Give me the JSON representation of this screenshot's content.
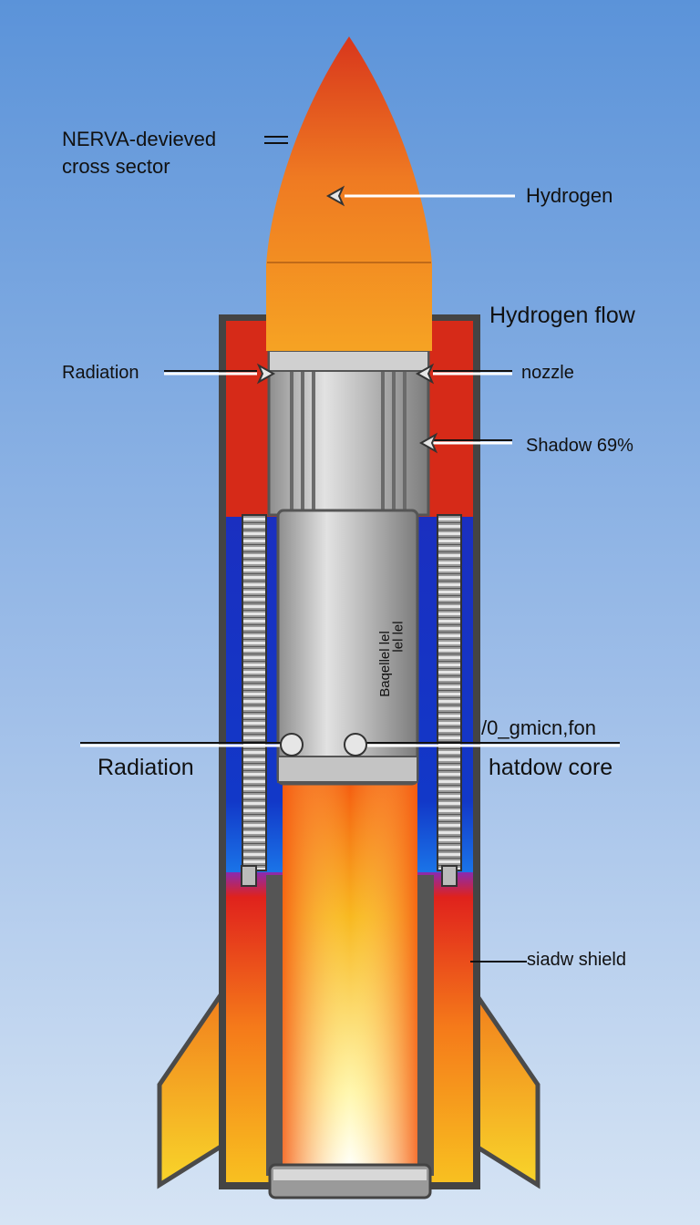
{
  "colors": {
    "sky_top": "#5b93d9",
    "sky_bottom": "#d6e4f4",
    "nose_red": "#d8361c",
    "nose_orange": "#f6a323",
    "casing_red": "#d62a18",
    "blue_band": "#1238c8",
    "metal": "#b8b8b8",
    "flame_core": "#fff7b0",
    "flame_outer": "#f55a10"
  },
  "labels": {
    "title_line1": "NERVA-devieved",
    "title_line2": "cross sector",
    "hydrogen": "Hydrogen",
    "hydrogen_flow": "Hydrogen  flow",
    "radiation_top": "Radiation",
    "nozzle": "nozzle",
    "shadow_pct": "Shadow 69%",
    "vertical_text_1": "Baqellel lel",
    "vertical_text_2": "lel lel",
    "side_note": "/0_gmicn,fon",
    "radiation_bottom": "Radiation",
    "shadow_core": "hatdow core",
    "shadow_shield": "siadw shield"
  }
}
